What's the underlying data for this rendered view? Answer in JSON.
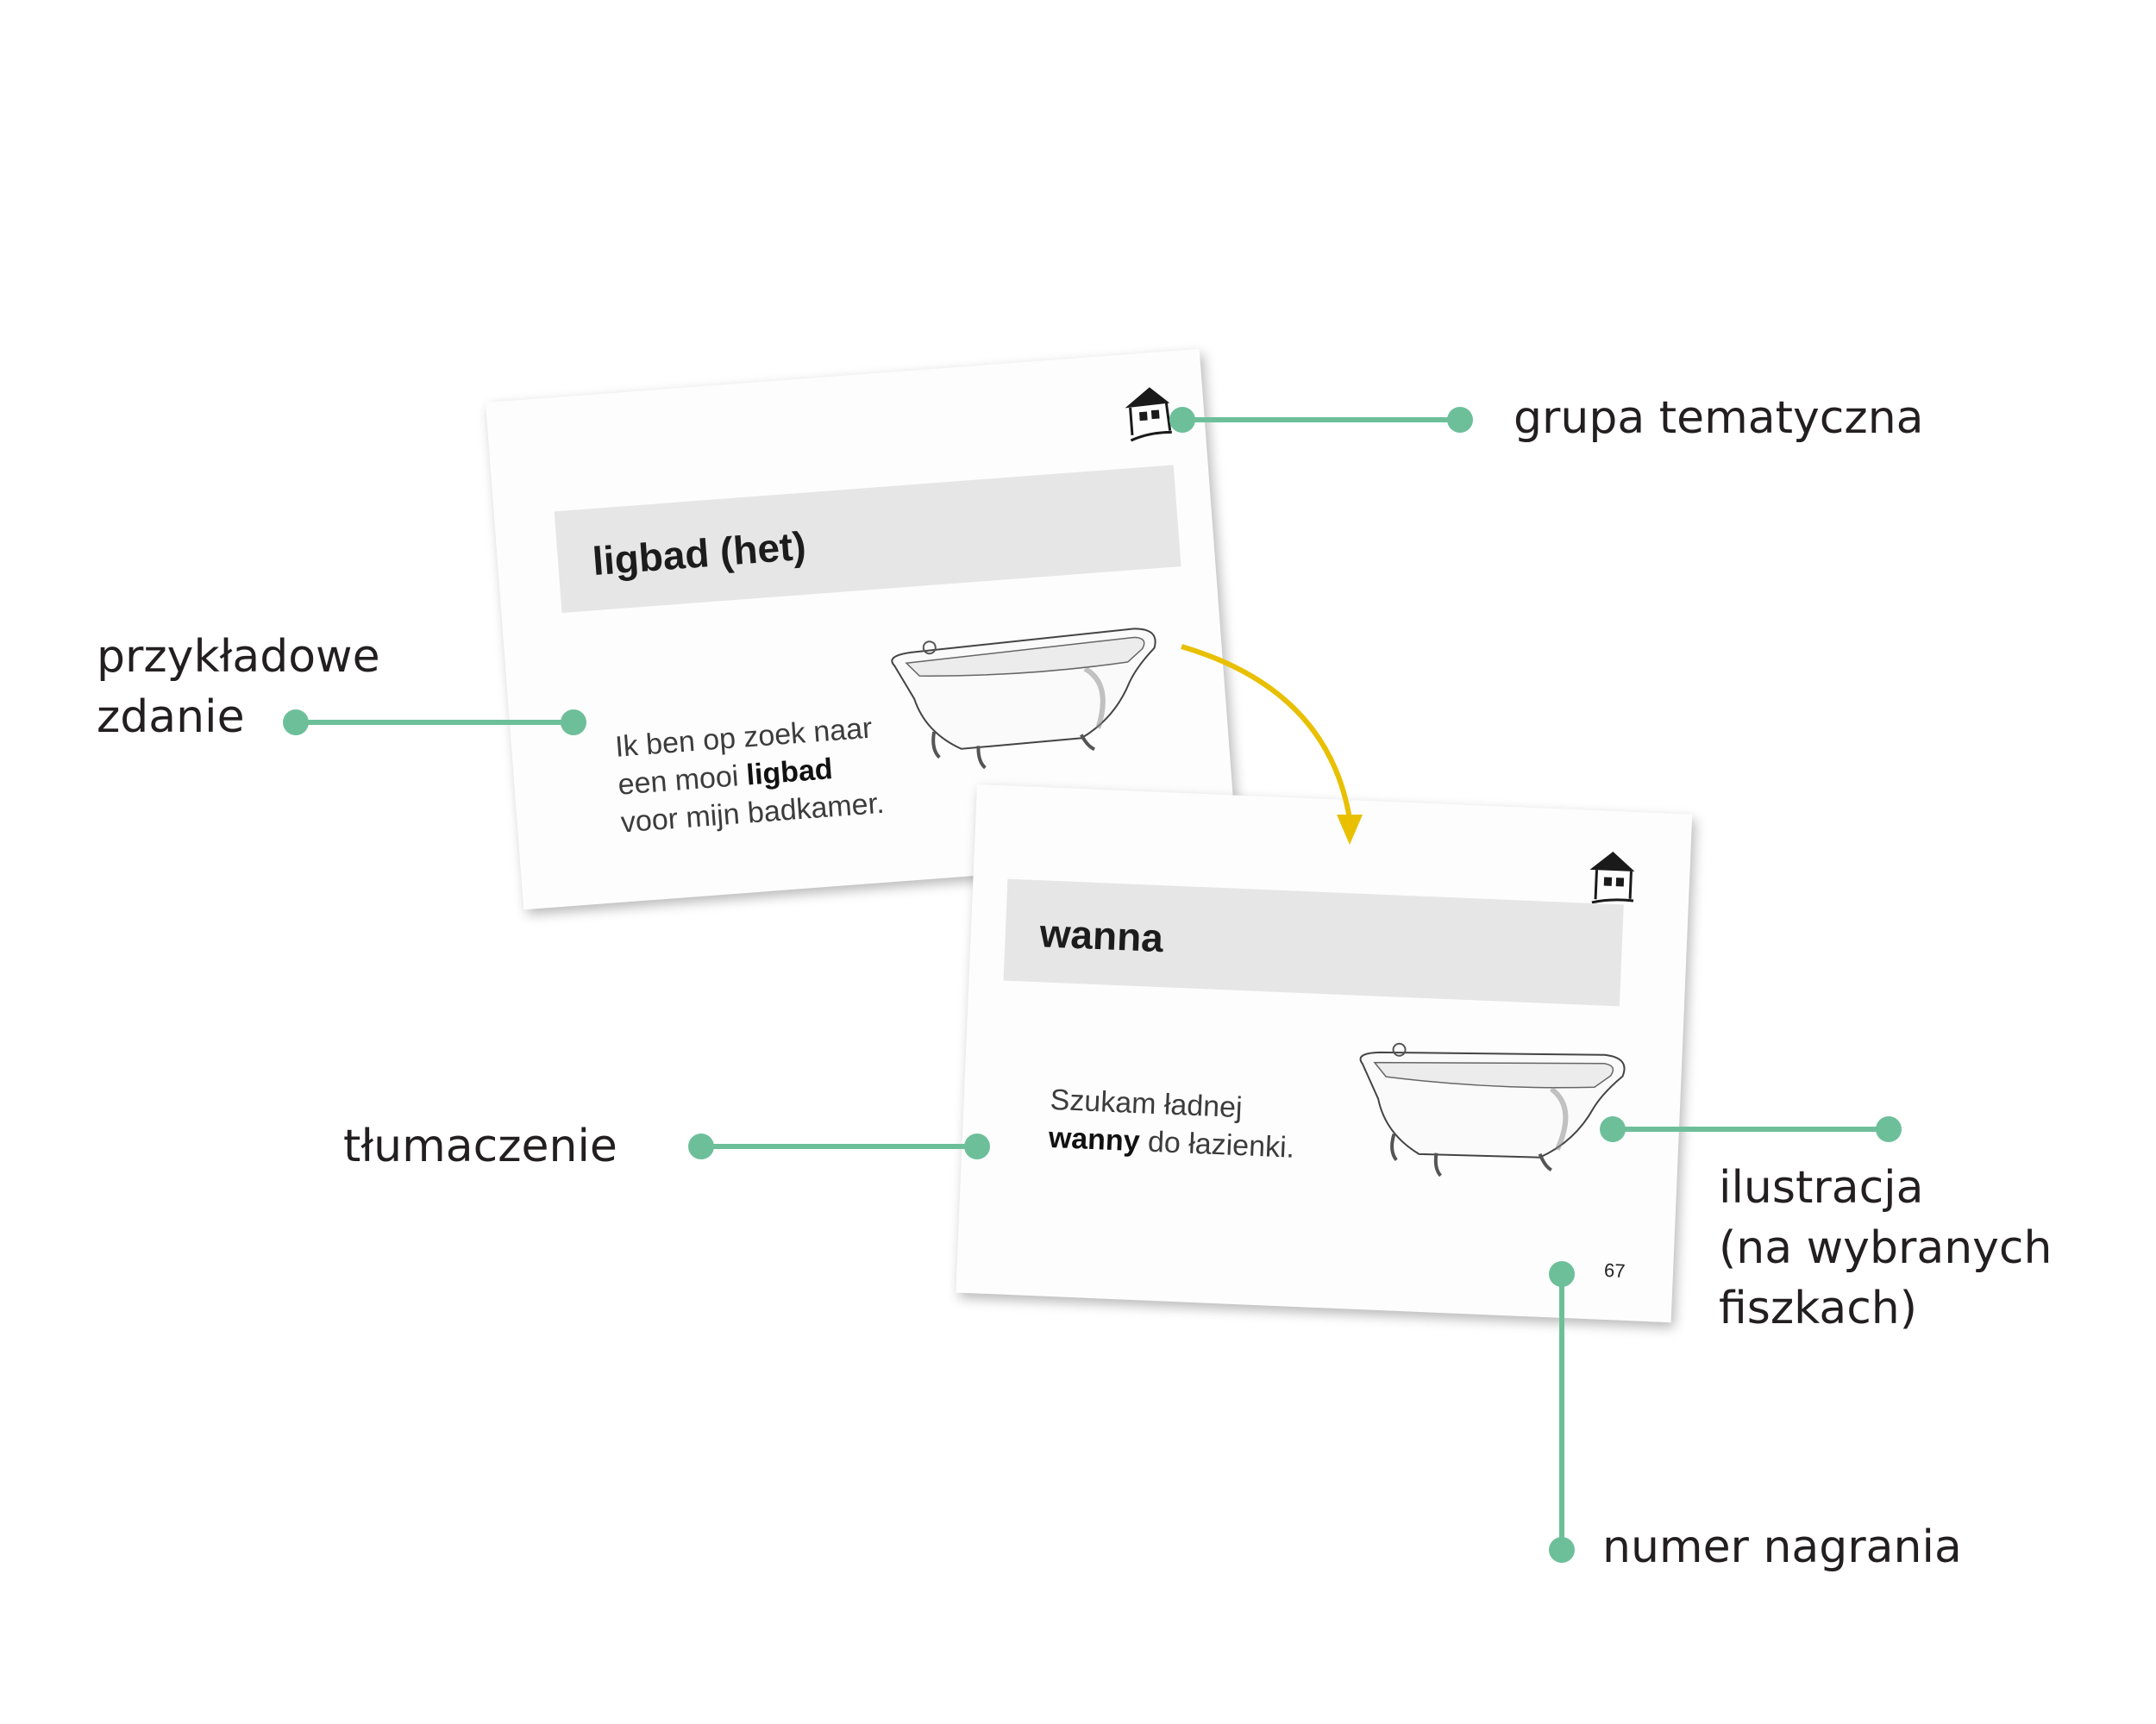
{
  "colors": {
    "callout": "#6dbf9a",
    "arrow": "#e8c000",
    "band": "#e6e6e7",
    "text": "#231f20"
  },
  "front_card": {
    "icon": "house-icon",
    "headword": "ligbad (het)",
    "sentence_line1": "Ik ben op zoek naar",
    "sentence_line2_pre": "een mooi ",
    "sentence_line2_bold": "ligbad",
    "sentence_line3": "voor mijn badkamer.",
    "illustration": "bathtub-illustration"
  },
  "back_card": {
    "icon": "house-icon",
    "headword": "wanna",
    "sentence_line1": "Szukam ładnej",
    "sentence_line2_bold": "wanny",
    "sentence_line2_post": " do łazienki.",
    "illustration": "bathtub-illustration",
    "recording_number": "67"
  },
  "callouts": {
    "theme_group": "grupa tematyczna",
    "example_sentence_line1": "przykładowe",
    "example_sentence_line2": "zdanie",
    "translation": "tłumaczenie",
    "illustration_line1": "ilustracja",
    "illustration_line2": "(na wybranych",
    "illustration_line3": "fiszkach)",
    "recording_number": "numer nagrania"
  }
}
